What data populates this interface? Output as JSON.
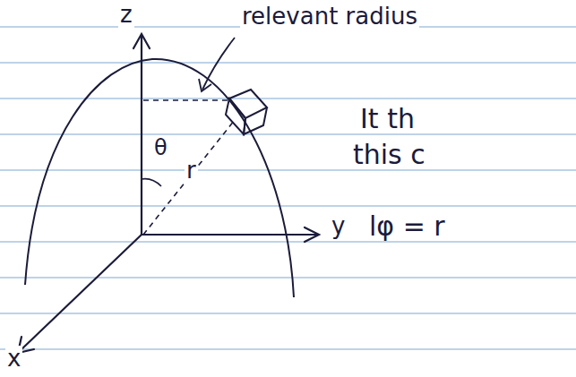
{
  "diagram": {
    "labels": [
      "z",
      "relevant radius",
      "θ",
      "r",
      "y",
      "x",
      "It th",
      "this c",
      "lφ = r"
    ]
  }
}
